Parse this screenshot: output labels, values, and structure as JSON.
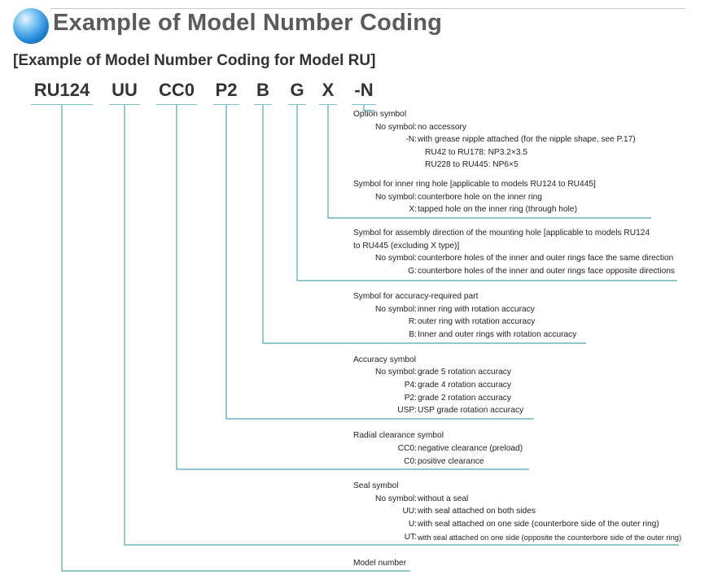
{
  "title": "Example of Model Number Coding",
  "subtitle": "[Example of Model Number Coding for Model RU]",
  "codes": [
    "RU124",
    "UU",
    "CC0",
    "P2",
    "B",
    "G",
    "X",
    "-N"
  ],
  "sections": {
    "option": {
      "header": "Option symbol",
      "rows": [
        {
          "label": "No symbol:",
          "desc": "no accessory"
        },
        {
          "label": "-N:",
          "desc": "with grease nipple attached (for the nipple shape, see P.17)"
        },
        {
          "label": "",
          "desc": "RU42 to RU178: NP3.2×3.5"
        },
        {
          "label": "",
          "desc": "RU228 to RU445: NP6×5"
        }
      ]
    },
    "inner_hole": {
      "header": "Symbol for inner ring hole [applicable to models RU124 to RU445]",
      "rows": [
        {
          "label": "No symbol:",
          "desc": "counterbore hole on the inner ring"
        },
        {
          "label": "X:",
          "desc": "tapped hole on the inner ring (through hole)"
        }
      ]
    },
    "assembly": {
      "header1": "Symbol for assembly direction of the mounting hole [applicable to models RU124",
      "header2": "to RU445 (excluding X type)]",
      "rows": [
        {
          "label": "No symbol:",
          "desc": "counterbore holes of the inner and outer rings face the same direction"
        },
        {
          "label": "G:",
          "desc": "counterbore holes of the inner and outer rings face opposite directions"
        }
      ]
    },
    "accuracy_part": {
      "header": "Symbol for accuracy-required part",
      "rows": [
        {
          "label": "No symbol:",
          "desc": "inner ring with rotation accuracy"
        },
        {
          "label": "R:",
          "desc": "outer ring with rotation accuracy"
        },
        {
          "label": "B:",
          "desc": "Inner and outer rings with rotation accuracy"
        }
      ]
    },
    "accuracy": {
      "header": "Accuracy symbol",
      "rows": [
        {
          "label": "No symbol:",
          "desc": "grade 5 rotation accuracy"
        },
        {
          "label": "P4:",
          "desc": "grade 4 rotation accuracy"
        },
        {
          "label": "P2:",
          "desc": "grade 2 rotation accuracy"
        },
        {
          "label": "USP:",
          "desc": "USP grade rotation accuracy"
        }
      ]
    },
    "clearance": {
      "header": "Radial clearance symbol",
      "rows": [
        {
          "label": "CC0:",
          "desc": "negative clearance (preload)"
        },
        {
          "label": "C0:",
          "desc": "positive clearance"
        }
      ]
    },
    "seal": {
      "header": "Seal symbol",
      "rows": [
        {
          "label": "No symbol:",
          "desc": "without a seal"
        },
        {
          "label": "UU:",
          "desc": "with seal attached on both sides"
        },
        {
          "label": "U:",
          "desc": "with seal attached on one side (counterbore side of the outer ring)"
        },
        {
          "label": "UT:",
          "desc": "with seal attached on one side (opposite the counterbore side of the outer ring)"
        }
      ]
    },
    "model": {
      "header": "Model number"
    }
  },
  "colors": {
    "line": "#4aa8b4",
    "title": "#5b5b5b"
  }
}
